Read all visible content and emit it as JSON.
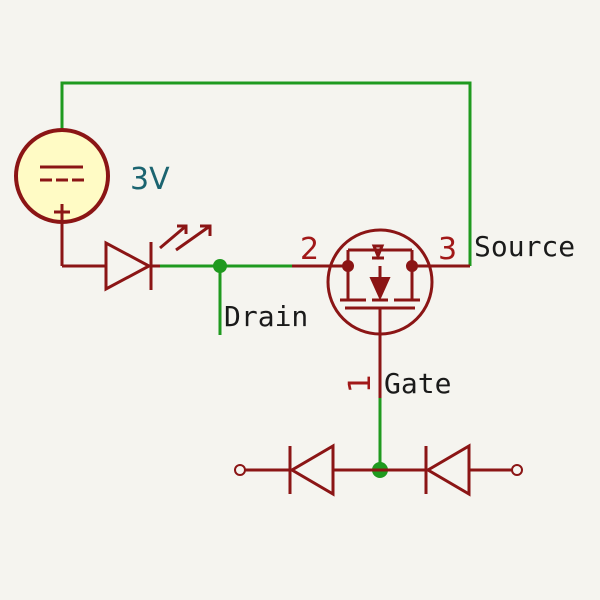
{
  "source_value": "3V",
  "battery_symbol": "---",
  "battery_plus": "+",
  "nets": {
    "drain": "Drain",
    "source": "Source",
    "gate": "Gate"
  },
  "pins": {
    "gate": "1",
    "drain": "2",
    "source": "3"
  },
  "colors": {
    "wire": "#1f9a1f",
    "symbol": "#8b1515",
    "battery_fill": "#fffbc5",
    "value_text": "#1b6470",
    "background": "#f5f4ef"
  }
}
